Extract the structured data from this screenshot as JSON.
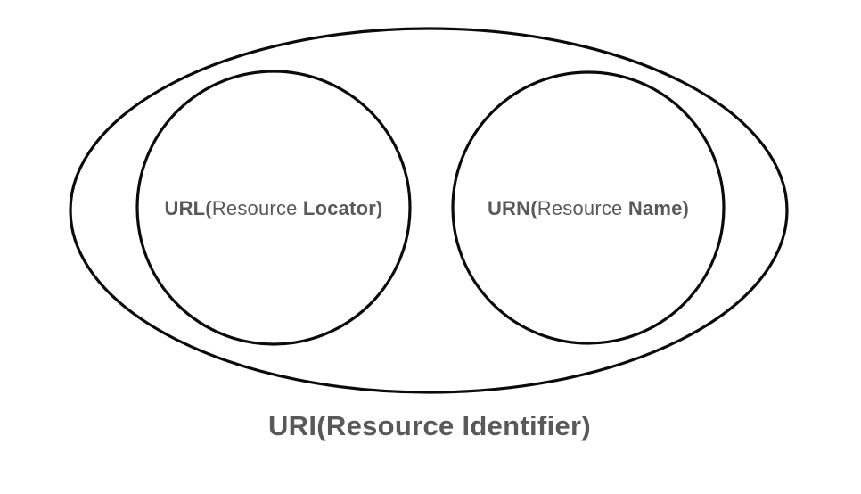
{
  "diagram": {
    "type": "venn-euler",
    "caption": "URI(Resource Identifier)",
    "colors": {
      "background": "#ffffff",
      "stroke": "#0b0b0b",
      "text": "#595959"
    },
    "outer_set": {
      "name": "URI",
      "label": "URI(Resource Identifier)"
    },
    "sets": {
      "url": {
        "prefix": "URL(",
        "middle": "Resource ",
        "suffix": "Locator)",
        "full_label": "URL(Resource Locator)"
      },
      "urn": {
        "prefix": "URN(",
        "middle": "Resource ",
        "suffix": "Name)",
        "full_label": "URN(Resource Name)"
      }
    }
  }
}
